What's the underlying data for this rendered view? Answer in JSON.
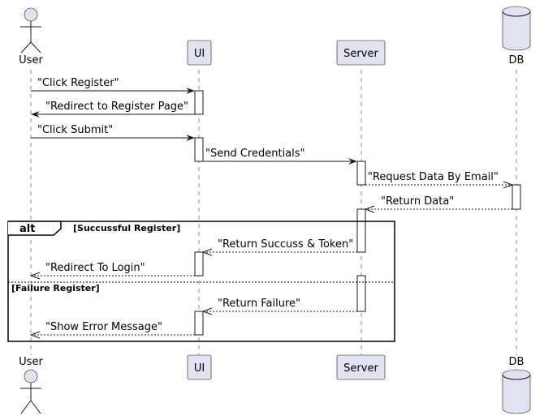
{
  "participants": {
    "user": "User",
    "ui": "UI",
    "server": "Server",
    "db": "DB"
  },
  "messages": [
    "\"Click Register\"",
    "\"Redirect to Register Page\"",
    "\"Click Submit\"",
    "\"Send Credentials\"",
    "\"Request Data By Email\"",
    "\"Return Data\"",
    "\"Return Succuss & Token\"",
    "\"Redirect To Login\"",
    "\"Return Failure\"",
    "\"Show Error Message\""
  ],
  "alt_fragment": {
    "keyword": "alt",
    "guard_success": "[Succussful Register]",
    "guard_failure": "[Failure Register]"
  },
  "colors": {
    "participant_fill": "#E2E2F0",
    "line": "#181818"
  }
}
